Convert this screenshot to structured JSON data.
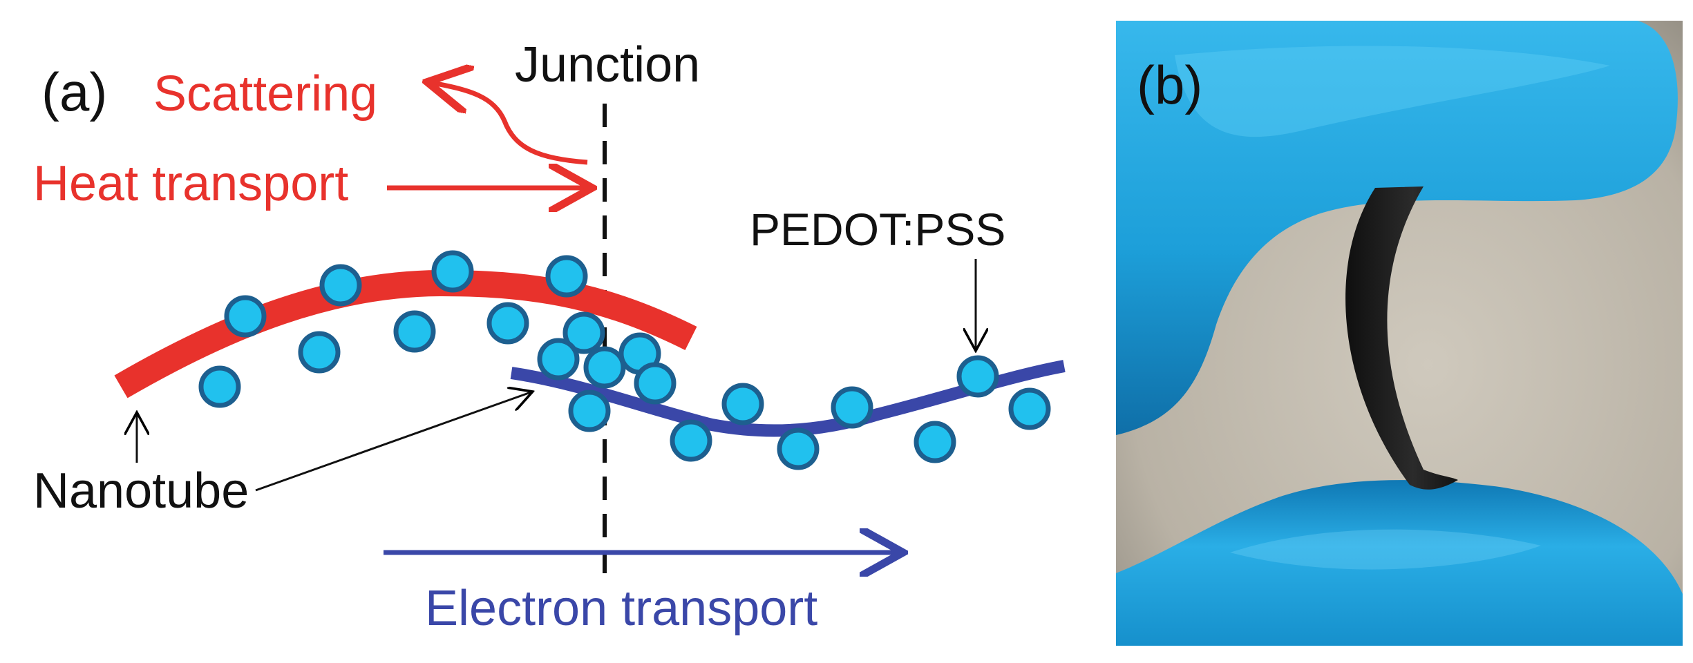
{
  "panel_a": {
    "label": "(a)",
    "junction": "Junction",
    "scattering": "Scattering",
    "heat_transport": "Heat transport",
    "pedot_pss": "PEDOT:PSS",
    "nanotube": "Nanotube",
    "electron_transport": "Electron transport"
  },
  "panel_b": {
    "label": "(b)"
  },
  "colors": {
    "heat": "#e8322c",
    "electron": "#3a47a8",
    "particle_fill": "#21c1ee",
    "particle_stroke": "#1d5f8f",
    "glove": "#1e9ed8",
    "background_photo": "#bfb9ad",
    "film": "#1a1a1a"
  }
}
